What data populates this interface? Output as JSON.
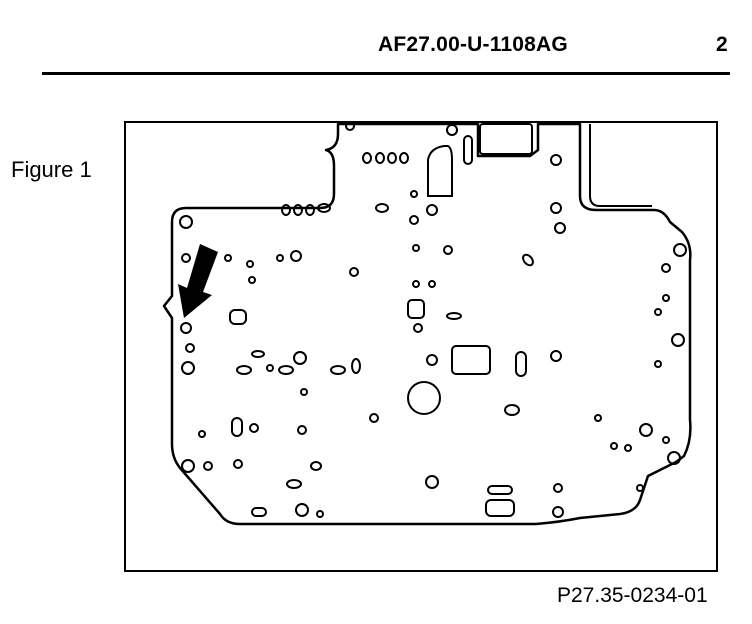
{
  "header": {
    "document_code": "AF27.00-U-1108AG",
    "page_number": "2"
  },
  "figure": {
    "label": "Figure 1",
    "reference_code": "P27.35-0234-01",
    "subject": "valve-body-separator-plate",
    "arrow_icon": "arrow-down-left-icon",
    "line_color": "#000000"
  }
}
